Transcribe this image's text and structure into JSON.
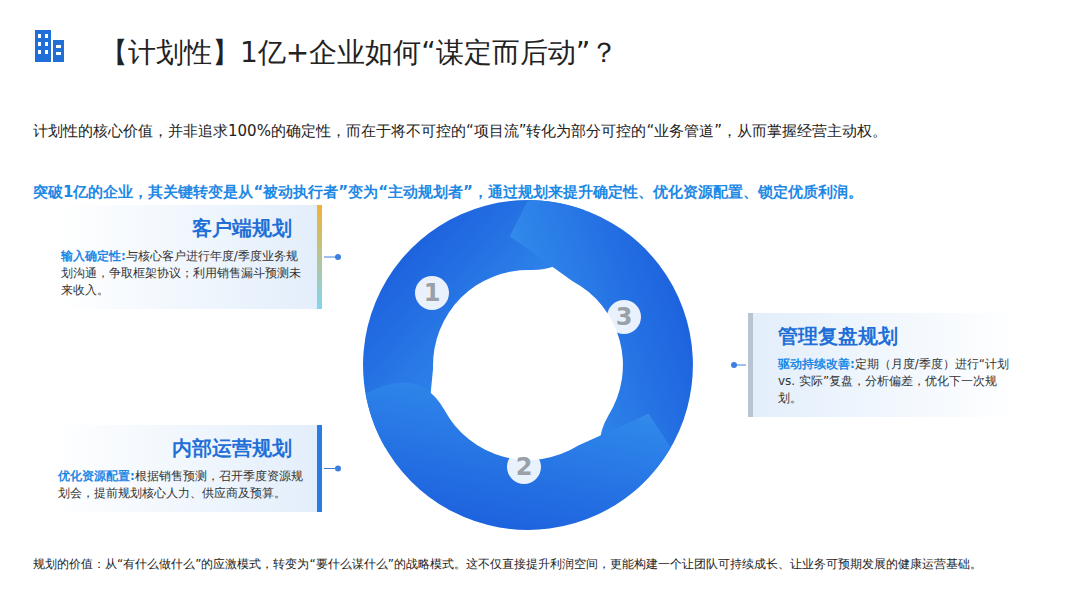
{
  "diagram": {
    "title": "【计划性】1亿+企业如何“谋定而后动”？",
    "caption": "规划的价值：从“有什么做什么”的应激模式，转变为“要什么谋什么”的战略模式。这不仅直接提升利润空间，更能构建一个让团队可持续成长、让业务可预期发展的健康运营基础。",
    "nodes": [
      {
        "text": [
          "客户端规划",
          "输入确定性:",
          "与核心客户进行年度/季度业务规划沟通，争取框架协议；利用销售漏斗预测未来收入。"
        ]
      },
      {
        "text": [
          "内部运营规划",
          "优化资源配置:",
          "根据销售预测，召开季度资源规划会，提前规划核心人力、供应商及预算。"
        ]
      },
      {
        "text": [
          "管理复盘规划",
          "驱动持续改善:",
          "定期（月度/季度）进行“计划 vs. 实际”复盘，分析偏差，优化下一次规划。"
        ]
      }
    ],
    "labels": [
      "计划性的核心价值，并非追求100%的确定性，而在于将不可控的“项目流”转化为部分可控的“业务管道”，从而掌握经营主动权。",
      "突破1亿的企业，其关键转变是从“被动执行者”变为“主动规划者”，通过规划来提升确定性、优化资源配置、锁定优质利润。",
      "1",
      "3",
      "2"
    ]
  }
}
